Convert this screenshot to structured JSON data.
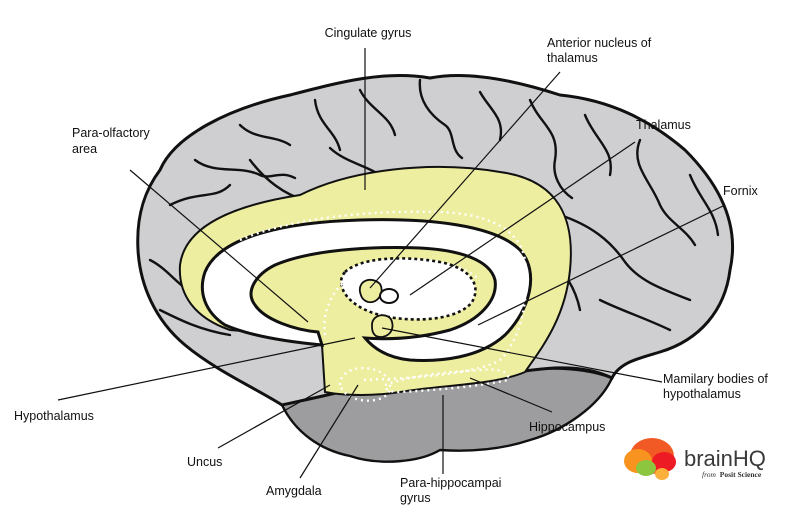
{
  "labels": {
    "cingulate_gyrus": "Cingulate gyrus",
    "anterior_nucleus_1": "Anterior nucleus of",
    "anterior_nucleus_2": "thalamus",
    "para_olfactory_1": "Para-olfactory",
    "para_olfactory_2": "area",
    "thalamus": "Thalamus",
    "fornix": "Fornix",
    "hypothalamus": "Hypothalamus",
    "mamilary_1": "Mamilary bodies of",
    "mamilary_2": "hypothalamus",
    "hippocampus": "Hippocampus",
    "uncus": "Uncus",
    "amygdala": "Amygdala",
    "parahippo_1": "Para-hippocampai",
    "parahippo_2": "gyrus"
  },
  "logo": {
    "name": "brainHQ",
    "sub_prefix": "from",
    "sub_brand": "Posit Science"
  },
  "colors": {
    "brain_fill": "#cfcfd1",
    "cerebellum_fill": "#9d9d9f",
    "limbic_fill": "#eeeea0",
    "outline": "#111111"
  }
}
